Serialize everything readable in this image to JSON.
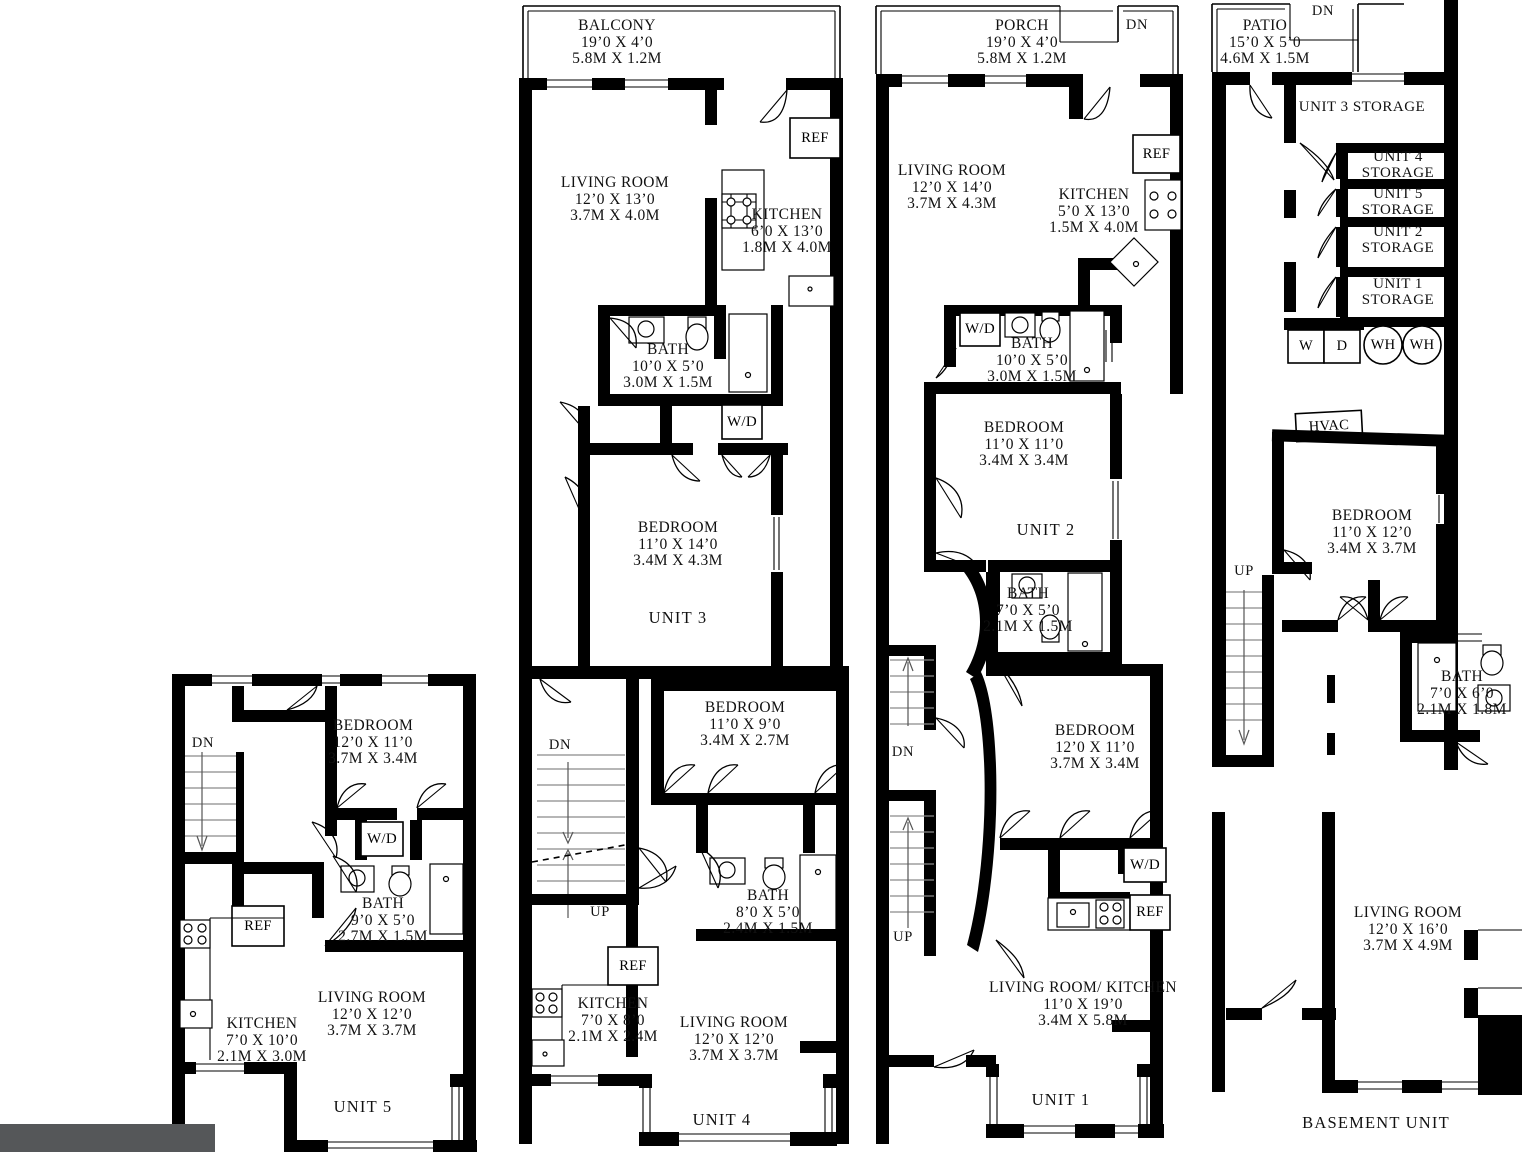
{
  "document": {
    "type": "architectural-floor-plan",
    "title": "Multi-unit residential building floor plans",
    "background_color": "#ffffff",
    "line_color": "#000000",
    "watermark_bar_color": "#555759"
  },
  "units": {
    "unit3": {
      "label": "UNIT 3",
      "rooms": [
        {
          "name": "BALCONY",
          "imperial": "19’0 X 4’0",
          "metric": "5.8M X 1.2M"
        },
        {
          "name": "LIVING ROOM",
          "imperial": "12’0 X 13’0",
          "metric": "3.7M X 4.0M"
        },
        {
          "name": "KITCHEN",
          "imperial": "6’0 X 13’0",
          "metric": "1.8M X 4.0M"
        },
        {
          "name": "BATH",
          "imperial": "10’0 X 5’0",
          "metric": "3.0M X 1.5M"
        },
        {
          "name": "BEDROOM",
          "imperial": "11’0 X 14’0",
          "metric": "3.4M X 4.3M"
        }
      ],
      "appliances": [
        "REF",
        "W/D"
      ]
    },
    "unit4": {
      "label": "UNIT 4",
      "rooms": [
        {
          "name": "BEDROOM",
          "imperial": "11’0 X 9’0",
          "metric": "3.4M X 2.7M"
        },
        {
          "name": "BATH",
          "imperial": "8’0 X 5’0",
          "metric": "2.4M X 1.5M"
        },
        {
          "name": "KITCHEN",
          "imperial": "7’0 X 8’0",
          "metric": "2.1M X 2.4M"
        },
        {
          "name": "LIVING ROOM",
          "imperial": "12’0 X 12’0",
          "metric": "3.7M X 3.7M"
        }
      ],
      "appliances": [
        "REF"
      ],
      "stairs": [
        "DN",
        "UP"
      ]
    },
    "unit2": {
      "label": "UNIT 2",
      "rooms": [
        {
          "name": "PORCH",
          "imperial": "19’0 X 4’0",
          "metric": "5.8M X 1.2M"
        },
        {
          "name": "LIVING ROOM",
          "imperial": "12’0 X 14’0",
          "metric": "3.7M X 4.3M"
        },
        {
          "name": "KITCHEN",
          "imperial": "5’0 X 13’0",
          "metric": "1.5M X 4.0M"
        },
        {
          "name": "BATH",
          "imperial": "10’0 X 5’0",
          "metric": "3.0M X 1.5M"
        },
        {
          "name": "BEDROOM",
          "imperial": "11’0 X 11’0",
          "metric": "3.4M X 3.4M"
        },
        {
          "name": "BATH",
          "imperial": "7’0 X 5’0",
          "metric": "2.1M X 1.5M"
        }
      ],
      "appliances": [
        "REF",
        "W/D"
      ],
      "stairs": [
        "DN"
      ]
    },
    "unit1": {
      "label": "UNIT 1",
      "rooms": [
        {
          "name": "BEDROOM",
          "imperial": "12’0 X 11’0",
          "metric": "3.7M X 3.4M"
        },
        {
          "name": "LIVING ROOM/ KITCHEN",
          "imperial": "11’0 X 19’0",
          "metric": "3.4M X 5.8M"
        }
      ],
      "appliances": [
        "W/D",
        "REF"
      ],
      "stairs": [
        "DN",
        "UP"
      ]
    },
    "unit5": {
      "label": "UNIT 5",
      "rooms": [
        {
          "name": "BEDROOM",
          "imperial": "12’0 X 11’0",
          "metric": "3.7M X 3.4M"
        },
        {
          "name": "BATH",
          "imperial": "9’0 X 5’0",
          "metric": "2.7M X 1.5M"
        },
        {
          "name": "KITCHEN",
          "imperial": "7’0 X 10’0",
          "metric": "2.1M X 3.0M"
        },
        {
          "name": "LIVING ROOM",
          "imperial": "12’0 X 12’0",
          "metric": "3.7M X 3.7M"
        }
      ],
      "appliances": [
        "W/D",
        "REF"
      ],
      "stairs": [
        "DN"
      ]
    },
    "basement": {
      "label": "BASEMENT UNIT",
      "rooms": [
        {
          "name": "PATIO",
          "imperial": "15’0 X 5’0",
          "metric": "4.6M X 1.5M"
        },
        {
          "name": "BEDROOM",
          "imperial": "11’0 X 12’0",
          "metric": "3.4M X 3.7M"
        },
        {
          "name": "BATH",
          "imperial": "7’0 X 6’0",
          "metric": "2.1M X 1.8M"
        },
        {
          "name": "LIVING ROOM",
          "imperial": "12’0 X 16’0",
          "metric": "3.7M X 4.9M"
        }
      ],
      "storage": [
        "UNIT 3 STORAGE",
        "UNIT 4 STORAGE",
        "UNIT 5 STORAGE",
        "UNIT 2 STORAGE",
        "UNIT 1 STORAGE"
      ],
      "equipment": [
        "W",
        "D",
        "WH",
        "WH",
        "HVAC"
      ],
      "stairs": [
        "DN",
        "UP"
      ]
    }
  },
  "labels": {
    "dn": "DN",
    "up": "UP",
    "ref": "REF",
    "wd": "W/D",
    "w": "W",
    "d": "D",
    "wh": "WH",
    "hvac": "HVAC",
    "storage_word": "STORAGE"
  }
}
